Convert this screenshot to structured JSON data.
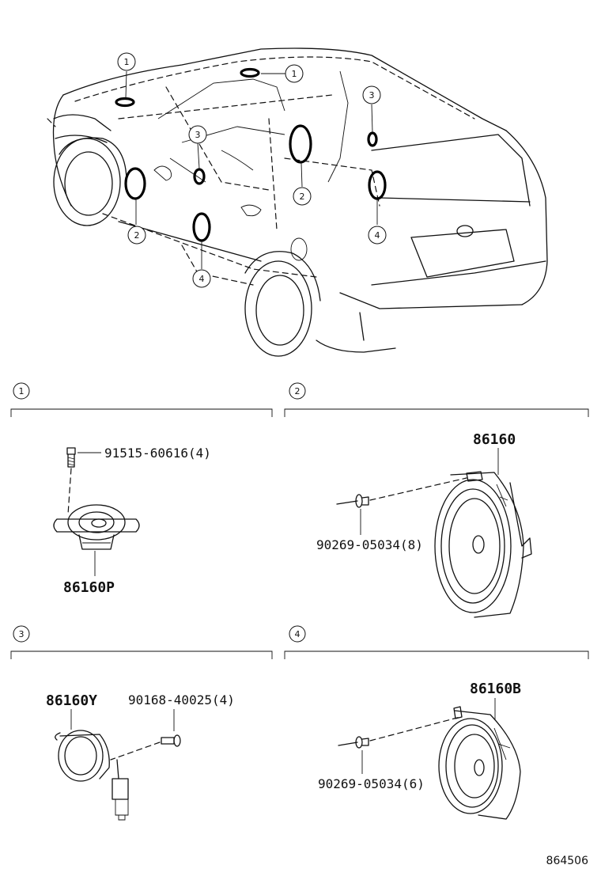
{
  "callouts": {
    "c1": "1",
    "c2": "2",
    "c3": "3",
    "c4": "4"
  },
  "sections": [
    {
      "id": "1",
      "parts": [
        "91515-60616(4)",
        "86160P"
      ]
    },
    {
      "id": "2",
      "parts": [
        "86160",
        "90269-05034(8)"
      ]
    },
    {
      "id": "3",
      "parts": [
        "86160Y",
        "90168-40025(4)"
      ]
    },
    {
      "id": "4",
      "parts": [
        "86160B",
        "90269-05034(6)"
      ]
    }
  ],
  "diagram_code": "864506"
}
